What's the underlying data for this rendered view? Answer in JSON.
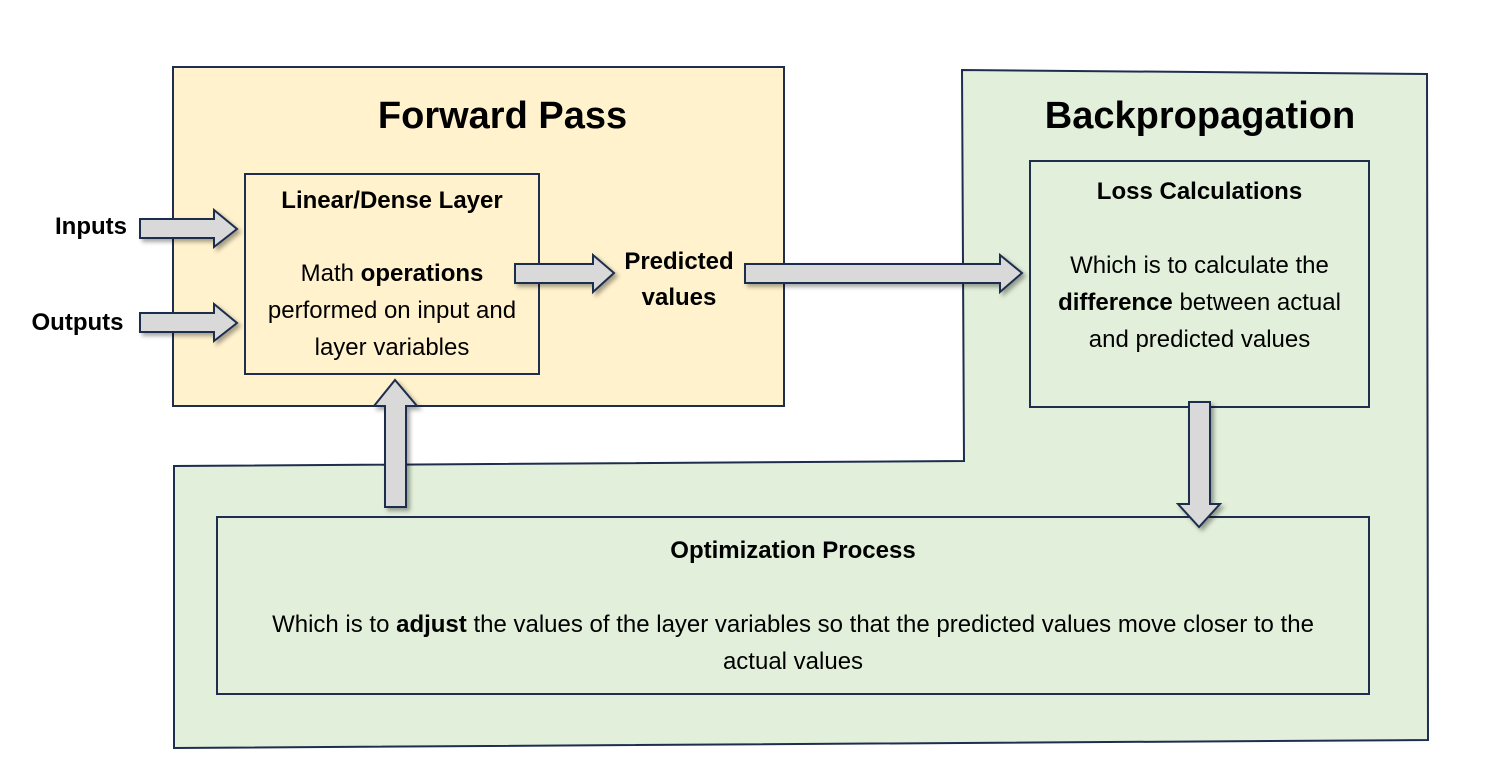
{
  "forward": {
    "title": "Forward Pass",
    "fill": "#fff2cc",
    "layer": {
      "title": "Linear/Dense Layer",
      "text_pre": "Math ",
      "text_bold": "operations",
      "text_post": " performed on input and layer variables"
    },
    "predicted": "Predicted values",
    "inputs": "Inputs",
    "outputs": "Outputs"
  },
  "backprop": {
    "title": "Backpropagation",
    "fill": "#e2efda",
    "loss": {
      "title": "Loss Calculations",
      "text_pre": "Which is to calculate the ",
      "text_bold": "difference",
      "text_post": " between actual and predicted values"
    },
    "optimization": {
      "title": "Optimization Process",
      "text_pre": "Which is to ",
      "text_bold": "adjust",
      "text_post": " the values of the layer variables so that the predicted values move closer to the actual values"
    }
  },
  "colors": {
    "border": "#1f2d4e",
    "arrow_fill": "#d9d9d9",
    "arrow_stroke": "#1f2d4e"
  }
}
